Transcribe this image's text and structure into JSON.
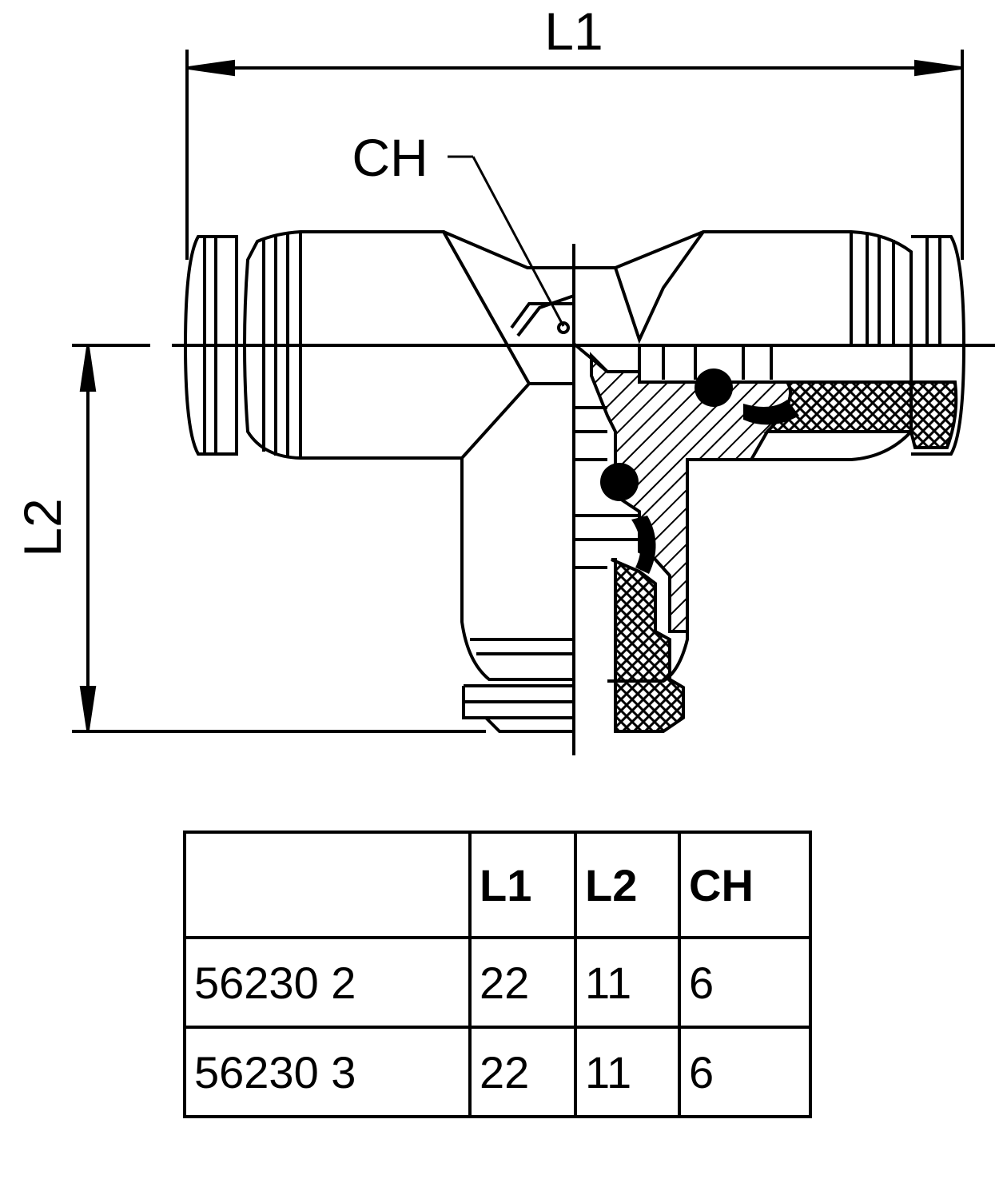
{
  "drawing": {
    "dimension_labels": {
      "overall_length": "L1",
      "branch_length": "L2",
      "wrench_flat": "CH"
    }
  },
  "table": {
    "headers": [
      "",
      "L1",
      "L2",
      "CH"
    ],
    "rows": [
      [
        "56230 2",
        "22",
        "11",
        "6"
      ],
      [
        "56230 3",
        "22",
        "11",
        "6"
      ]
    ]
  }
}
